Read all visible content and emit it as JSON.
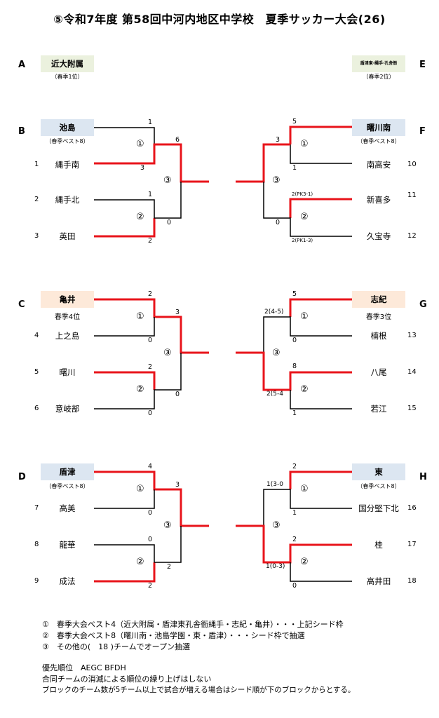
{
  "title": "⑤令和7年度 第58回中河内地区中学校　夏季サッカー大会(26)",
  "seeds": {
    "A": {
      "letter": "A",
      "team": "近大附属",
      "note": "（春季1位）"
    },
    "E": {
      "letter": "E",
      "team": "盾津東·縄手·孔舎衙",
      "note": "（春季2位）"
    },
    "B": {
      "letter": "B",
      "team": "池島",
      "note": "（春季ベスト8）"
    },
    "F": {
      "letter": "F",
      "team": "曙川南",
      "note": "（春季ベスト8）"
    },
    "C": {
      "letter": "C",
      "team": "亀井",
      "note": "春季4位"
    },
    "G": {
      "letter": "G",
      "team": "志紀",
      "note": "春季3位"
    },
    "D": {
      "letter": "D",
      "team": "盾津",
      "note": "（春季ベスト8）"
    },
    "H": {
      "letter": "H",
      "team": "東",
      "note": "（春季ベスト8）"
    }
  },
  "left_teams": [
    {
      "num": "1",
      "name": "縄手南"
    },
    {
      "num": "2",
      "name": "縄手北"
    },
    {
      "num": "3",
      "name": "英田"
    },
    {
      "num": "4",
      "name": "上之島"
    },
    {
      "num": "5",
      "name": "曙川"
    },
    {
      "num": "6",
      "name": "意岐部"
    },
    {
      "num": "7",
      "name": "高美"
    },
    {
      "num": "8",
      "name": "龍華"
    },
    {
      "num": "9",
      "name": "成法"
    }
  ],
  "right_teams": [
    {
      "num": "10",
      "name": "南高安"
    },
    {
      "num": "11",
      "name": "新喜多"
    },
    {
      "num": "12",
      "name": "久宝寺"
    },
    {
      "num": "13",
      "name": "楠根"
    },
    {
      "num": "14",
      "name": "八尾"
    },
    {
      "num": "15",
      "name": "若江"
    },
    {
      "num": "16",
      "name": "国分堅下北"
    },
    {
      "num": "17",
      "name": "桂"
    },
    {
      "num": "18",
      "name": "高井田"
    }
  ],
  "rounds": {
    "r1": "①",
    "r2": "②",
    "r3": "③"
  },
  "scores": {
    "b1": "1",
    "b2": "3",
    "b3": "6",
    "b4": "1",
    "b5": "2",
    "b6": "0",
    "f1": "5",
    "f2": "1",
    "f3": "3",
    "f4": "2(PK3-1)",
    "f5": "2(PK1-3)",
    "f6": "0",
    "c1": "2",
    "c2": "0",
    "c3": "3",
    "c4": "2",
    "c5": "0",
    "c6": "0",
    "g1": "5",
    "g2": "0",
    "g3": "2(4-5)",
    "g4": "8",
    "g5": "1",
    "g6": "2(5-4",
    "d1": "4",
    "d2": "0",
    "d3": "3",
    "d4": "0",
    "d5": "2",
    "d6": "2",
    "h1": "2",
    "h2": "1",
    "h3": "1(3-0",
    "h4": "2",
    "h5": "0",
    "h6": "1(0-3)"
  },
  "notes": {
    "n1": "①　春季大会ベスト4（近大附属・盾津東孔舎衙縄手・志紀・亀井）・・・上記シード枠",
    "n2": "②　春季大会ベスト8（曙川南・池島学園・東・盾津）・・・シード枠で抽選",
    "n3": "③　その他の(　18 )チームでオープン抽選",
    "n4": "優先順位　AEGC BFDH",
    "n5": "合同チームの消滅による順位の繰り上げはしない",
    "n6": "ブロックのチーム数が5チーム以上で試合が増える場合はシード順が下のブロックからとする。"
  },
  "colors": {
    "win": "#e8141b",
    "line": "#000000",
    "seed_green": "#ebf1de",
    "seed_blue": "#dce6f1",
    "seed_pink": "#fde9d9"
  }
}
